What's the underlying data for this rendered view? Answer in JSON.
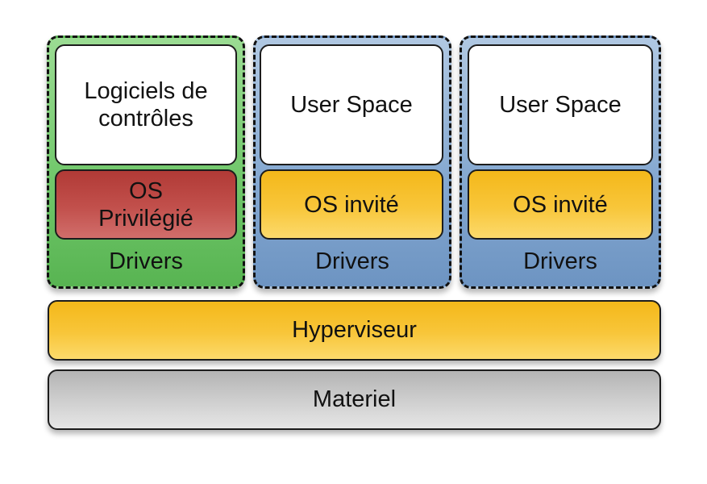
{
  "domains": [
    {
      "top_label": [
        "Logiciels de",
        "contrôles"
      ],
      "os_label": [
        "OS",
        "Privilégié"
      ],
      "drivers": "Drivers",
      "colors": {
        "domain": "#72c86c",
        "os": "#c2504c"
      }
    },
    {
      "top_label": "User Space",
      "os_label": "OS invité",
      "drivers": "Drivers",
      "colors": {
        "domain": "#86a9d1",
        "os": "#f8c63a"
      }
    },
    {
      "top_label": "User Space",
      "os_label": "OS invité",
      "drivers": "Drivers",
      "colors": {
        "domain": "#86a9d1",
        "os": "#f8c63a"
      }
    }
  ],
  "hypervisor": {
    "label": "Hyperviseur",
    "color": "#f8c63a"
  },
  "hardware": {
    "label": "Materiel",
    "color": "#d0d0d0"
  }
}
